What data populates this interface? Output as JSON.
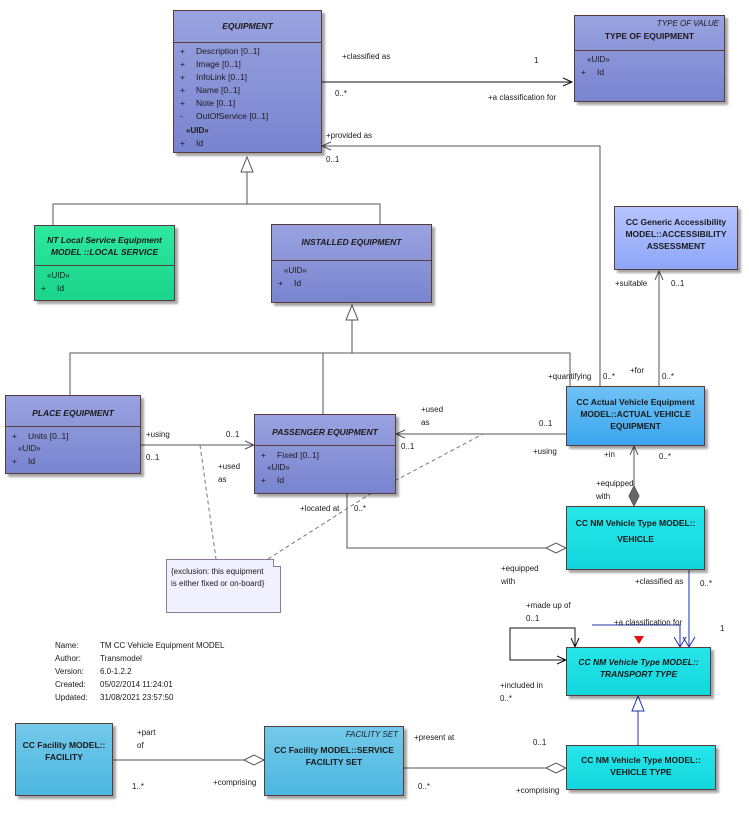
{
  "classes": {
    "equipment": {
      "name": "EQUIPMENT",
      "attributes": [
        {
          "vis": "+",
          "name": "Description [0..1]"
        },
        {
          "vis": "+",
          "name": "Image [0..1]"
        },
        {
          "vis": "+",
          "name": "InfoLink [0..1]"
        },
        {
          "vis": "+",
          "name": "Name [0..1]"
        },
        {
          "vis": "+",
          "name": "Note [0..1]"
        },
        {
          "vis": "-",
          "name": "OutOfService [0..1]"
        }
      ],
      "uid_label": "«UID»",
      "uid": {
        "vis": "+",
        "name": "Id"
      }
    },
    "type_of_equipment": {
      "stereotype": "TYPE OF VALUE",
      "name": "TYPE OF EQUIPMENT",
      "uid_label": "«UID»",
      "uid": {
        "vis": "+",
        "name": "Id"
      }
    },
    "local_service_equipment": {
      "line1": "NT Local Service Equipment",
      "line2": "MODEL ::LOCAL SERVICE",
      "uid_label": "«UID»",
      "uid": {
        "vis": "+",
        "name": "Id"
      }
    },
    "installed_equipment": {
      "name": "INSTALLED EQUIPMENT",
      "uid_label": "«UID»",
      "uid": {
        "vis": "+",
        "name": "Id"
      }
    },
    "accessibility_assessment": {
      "line1": "CC Generic Accessibility",
      "line2": "MODEL::ACCESSIBILITY",
      "line3": "ASSESSMENT"
    },
    "place_equipment": {
      "name": "PLACE EQUIPMENT",
      "attributes": [
        {
          "vis": "+",
          "name": "Units [0..1]"
        }
      ],
      "uid_label": "«UID»",
      "uid": {
        "vis": "+",
        "name": "Id"
      }
    },
    "passenger_equipment": {
      "name": "PASSENGER EQUIPMENT",
      "attributes": [
        {
          "vis": "+",
          "name": "Fixed [0..1]"
        }
      ],
      "uid_label": "«UID»",
      "uid": {
        "vis": "+",
        "name": "Id"
      }
    },
    "actual_vehicle_equipment": {
      "line1": "CC Actual Vehicle Equipment",
      "line2": "MODEL::ACTUAL VEHICLE",
      "line3": "EQUIPMENT"
    },
    "vehicle": {
      "line1": "CC NM Vehicle Type MODEL::",
      "line2": "VEHICLE"
    },
    "transport_type": {
      "line1": "CC NM Vehicle Type MODEL::",
      "line2": "TRANSPORT TYPE"
    },
    "vehicle_type": {
      "line1": "CC NM Vehicle Type MODEL::",
      "line2": "VEHICLE TYPE"
    },
    "facility": {
      "line1": "CC Facility MODEL::",
      "line2": "FACILITY"
    },
    "service_facility_set": {
      "stereotype": "FACILITY SET",
      "line1": "CC Facility MODEL::SERVICE",
      "line2": "FACILITY SET"
    }
  },
  "labels": {
    "classified_as_1": "+classified as",
    "mult_1": "1",
    "mult_0star_a": "0..*",
    "a_classification_for_1": "+a classification for",
    "provided_as": "+provided as",
    "mult_01_a": "0..1",
    "suitable": "+suitable",
    "mult_01_b": "0..1",
    "quantifying": "+quantifying",
    "mult_0star_b": "0..*",
    "for": "+for",
    "mult_0star_c": "0..*",
    "using_1": "+using",
    "mult_01_c": "0..1",
    "mult_01_d": "0..1",
    "used_as_1a": "+used",
    "used_as_1b": "as",
    "mult_01_e": "0..1",
    "mult_01_f": "0..1",
    "used_as_2a": "+used",
    "used_as_2b": "as",
    "using_2": "+using",
    "in": "+in",
    "mult_0star_d": "0..*",
    "equipped_with_1a": "+equipped",
    "equipped_with_1b": "with",
    "located_at": "+located at",
    "mult_0star_e": "0..*",
    "equipped_with_2a": "+equipped",
    "equipped_with_2b": "with",
    "classified_as_2": "+classified as",
    "mult_0star_f": "0..*",
    "made_up_of": "+made up of",
    "mult_01_g": "0..1",
    "a_classification_for_2": "+a classification for",
    "mult_1b": "1",
    "included_in": "+included in",
    "mult_0star_g": "0..*",
    "part_of_a": "+part",
    "part_of_b": "of",
    "comprising_1": "+comprising",
    "mult_1star": "1..*",
    "present_at": "+present at",
    "mult_01_h": "0..1",
    "mult_0star_h": "0..*",
    "comprising_2": "+comprising"
  },
  "note": {
    "line1": "{exclusion: this equipment",
    "line2": "is either fixed or on-board}"
  },
  "metadata": [
    {
      "key": "Name:",
      "value": "TM CC Vehicle Equipment MODEL"
    },
    {
      "key": "Author:",
      "value": "Transmodel"
    },
    {
      "key": "Version:",
      "value": "6.0-1.2.2"
    },
    {
      "key": "Created:",
      "value": "05/02/2014 11:24:01"
    },
    {
      "key": "Updated:",
      "value": "31/08/2021 23:57:50"
    }
  ]
}
